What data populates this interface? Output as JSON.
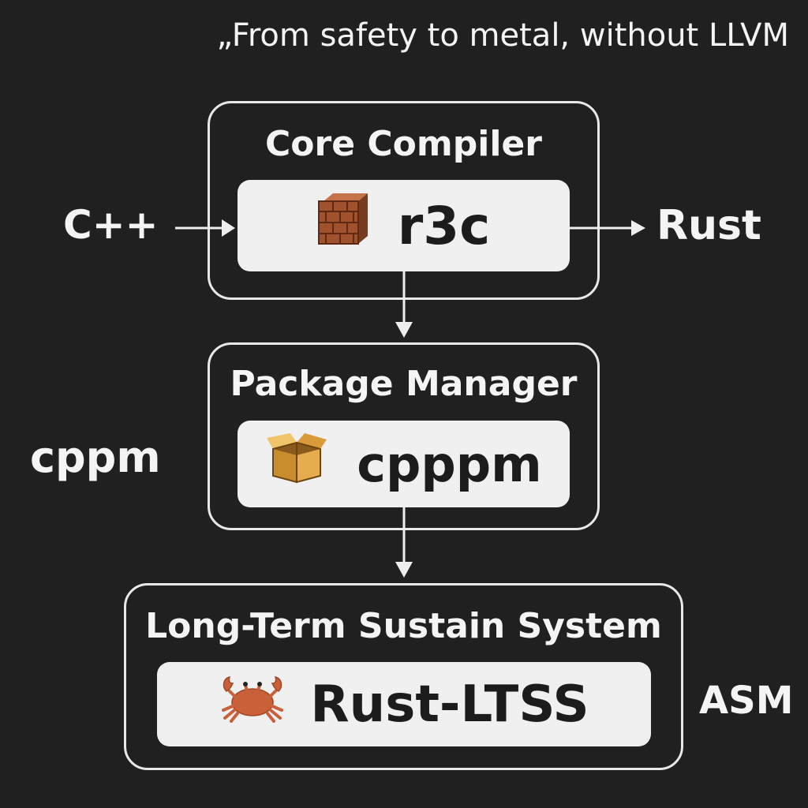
{
  "tagline": "„From safety to metal, without LLVM",
  "core": {
    "title": "Core Compiler",
    "tool": "r3c",
    "icon": "brick-wall-icon"
  },
  "package": {
    "title": "Package Manager",
    "tool": "cpppm",
    "icon": "cardboard-box-icon"
  },
  "ltss": {
    "title": "Long-Term Sustain System",
    "tool": "Rust-LTSS",
    "icon": "crab-icon"
  },
  "side_labels": {
    "input": "C++",
    "output": "Rust",
    "package_left": "cppm",
    "ltss_right": "ASM"
  },
  "colors": {
    "background": "#202020",
    "outline": "#e8e8e8",
    "pill": "#f0f0f0",
    "brick": "#a0522d",
    "box": "#e0a84a",
    "crab": "#c8613a"
  }
}
